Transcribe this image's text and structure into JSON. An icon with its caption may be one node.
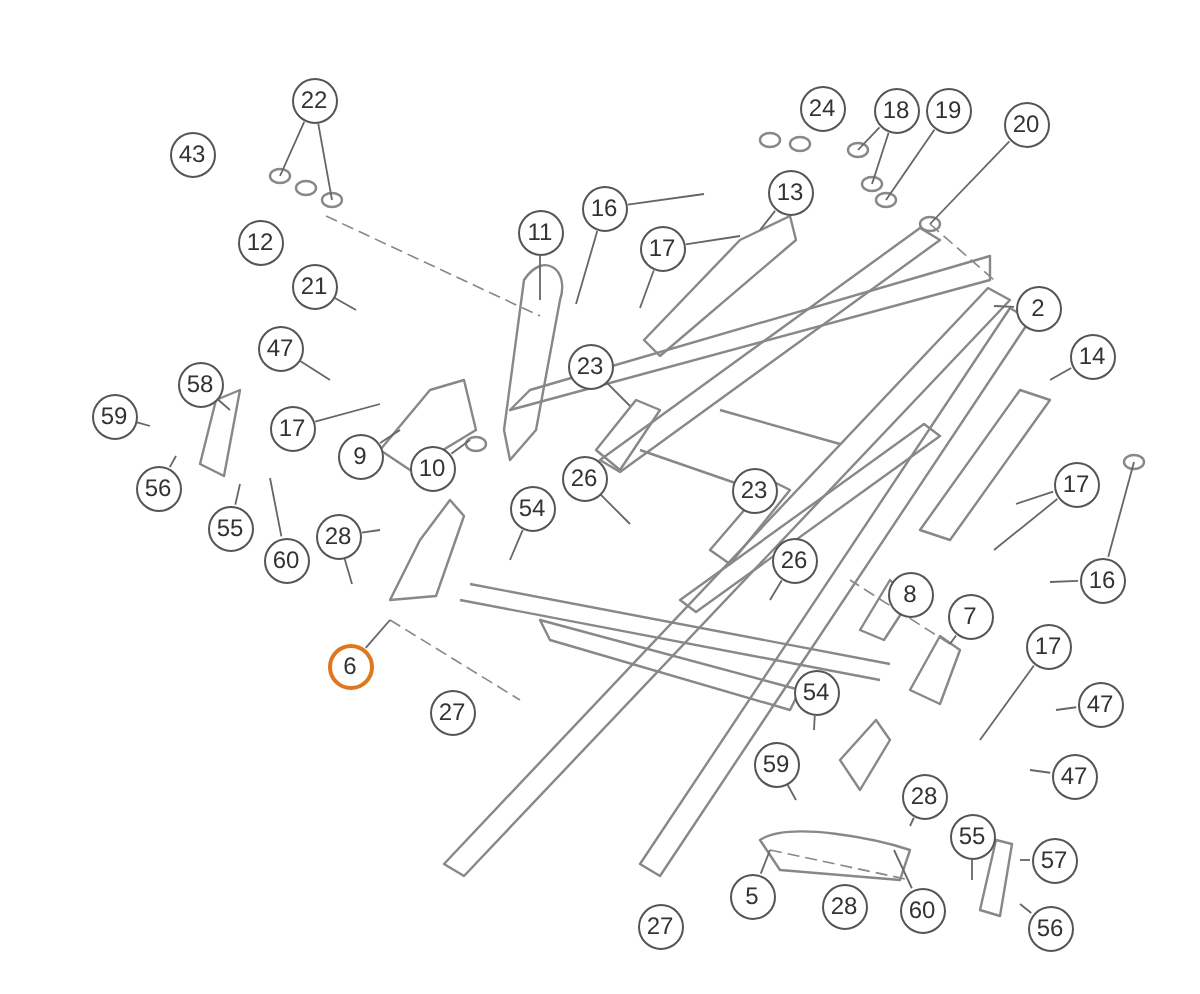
{
  "diagram": {
    "nodes": [
      {
        "text": [
          "22"
        ]
      },
      {
        "text": [
          "24"
        ]
      },
      {
        "text": [
          "18"
        ]
      },
      {
        "text": [
          "19"
        ]
      },
      {
        "text": [
          "20"
        ]
      },
      {
        "text": [
          "43"
        ]
      },
      {
        "text": [
          "13"
        ]
      },
      {
        "text": [
          "16"
        ]
      },
      {
        "text": [
          "11"
        ]
      },
      {
        "text": [
          "12"
        ]
      },
      {
        "text": [
          "17"
        ]
      },
      {
        "text": [
          "21"
        ]
      },
      {
        "text": [
          "2"
        ]
      },
      {
        "text": [
          "47"
        ]
      },
      {
        "text": [
          "14"
        ]
      },
      {
        "text": [
          "23"
        ]
      },
      {
        "text": [
          "58"
        ]
      },
      {
        "text": [
          "59"
        ]
      },
      {
        "text": [
          "17"
        ]
      },
      {
        "text": [
          "9"
        ]
      },
      {
        "text": [
          "10"
        ]
      },
      {
        "text": [
          "26"
        ]
      },
      {
        "text": [
          "17"
        ]
      },
      {
        "text": [
          "56"
        ]
      },
      {
        "text": [
          "23"
        ]
      },
      {
        "text": [
          "54"
        ]
      },
      {
        "text": [
          "55"
        ]
      },
      {
        "text": [
          "28"
        ]
      },
      {
        "text": [
          "60"
        ]
      },
      {
        "text": [
          "26"
        ]
      },
      {
        "text": [
          "16"
        ]
      },
      {
        "text": [
          "8"
        ]
      },
      {
        "text": [
          "7"
        ]
      },
      {
        "text": [
          "17"
        ]
      },
      {
        "text": [
          "6"
        ]
      },
      {
        "text": [
          "54"
        ]
      },
      {
        "text": [
          "47"
        ]
      },
      {
        "text": [
          "27"
        ]
      },
      {
        "text": [
          "59"
        ]
      },
      {
        "text": [
          "47"
        ]
      },
      {
        "text": [
          "28"
        ]
      },
      {
        "text": [
          "55"
        ]
      },
      {
        "text": [
          "57"
        ]
      },
      {
        "text": [
          "5"
        ]
      },
      {
        "text": [
          "28"
        ]
      },
      {
        "text": [
          "60"
        ]
      },
      {
        "text": [
          "56"
        ]
      },
      {
        "text": [
          "27"
        ]
      }
    ],
    "edges": [
      {
        "from": 0,
        "to": null,
        "arrow": "none"
      },
      {
        "from": 0,
        "to": null,
        "arrow": "none"
      },
      {
        "from": 2,
        "to": null,
        "arrow": "none"
      },
      {
        "from": 2,
        "to": null,
        "arrow": "none"
      },
      {
        "from": 3,
        "to": null,
        "arrow": "none"
      },
      {
        "from": 4,
        "to": null,
        "arrow": "none"
      },
      {
        "from": 6,
        "to": null,
        "arrow": "none"
      },
      {
        "from": 7,
        "to": null,
        "arrow": "none"
      },
      {
        "from": 7,
        "to": null,
        "arrow": "none"
      },
      {
        "from": 8,
        "to": null,
        "arrow": "none"
      },
      {
        "from": 10,
        "to": null,
        "arrow": "none"
      },
      {
        "from": 10,
        "to": null,
        "arrow": "none"
      },
      {
        "from": 11,
        "to": null,
        "arrow": "none"
      },
      {
        "from": 12,
        "to": null,
        "arrow": "none"
      },
      {
        "from": 13,
        "to": null,
        "arrow": "none"
      },
      {
        "from": 14,
        "to": null,
        "arrow": "none"
      },
      {
        "from": 15,
        "to": null,
        "arrow": "none"
      },
      {
        "from": 16,
        "to": null,
        "arrow": "none"
      },
      {
        "from": 17,
        "to": null,
        "arrow": "none"
      },
      {
        "from": 18,
        "to": null,
        "arrow": "none"
      },
      {
        "from": 19,
        "to": null,
        "arrow": "none"
      },
      {
        "from": 20,
        "to": null,
        "arrow": "none"
      },
      {
        "from": 21,
        "to": null,
        "arrow": "none"
      },
      {
        "from": 22,
        "to": null,
        "arrow": "none"
      },
      {
        "from": 22,
        "to": null,
        "arrow": "none"
      },
      {
        "from": 23,
        "to": null,
        "arrow": "none"
      },
      {
        "from": 25,
        "to": null,
        "arrow": "none"
      },
      {
        "from": 26,
        "to": null,
        "arrow": "none"
      },
      {
        "from": 27,
        "to": null,
        "arrow": "none"
      },
      {
        "from": 27,
        "to": null,
        "arrow": "none"
      },
      {
        "from": 28,
        "to": null,
        "arrow": "none"
      },
      {
        "from": 29,
        "to": null,
        "arrow": "none"
      },
      {
        "from": 30,
        "to": null,
        "arrow": "none"
      },
      {
        "from": 30,
        "to": null,
        "arrow": "none"
      },
      {
        "from": 32,
        "to": null,
        "arrow": "none"
      },
      {
        "from": 33,
        "to": null,
        "arrow": "none"
      },
      {
        "from": 34,
        "to": null,
        "arrow": "none"
      },
      {
        "from": 35,
        "to": null,
        "arrow": "none"
      },
      {
        "from": 36,
        "to": null,
        "arrow": "none"
      },
      {
        "from": 38,
        "to": null,
        "arrow": "none"
      },
      {
        "from": 39,
        "to": null,
        "arrow": "none"
      },
      {
        "from": 40,
        "to": null,
        "arrow": "none"
      },
      {
        "from": 41,
        "to": null,
        "arrow": "none"
      },
      {
        "from": 42,
        "to": null,
        "arrow": "none"
      },
      {
        "from": 43,
        "to": null,
        "arrow": "none"
      },
      {
        "from": 45,
        "to": null,
        "arrow": "none"
      },
      {
        "from": 46,
        "to": null,
        "arrow": "none"
      }
    ]
  }
}
